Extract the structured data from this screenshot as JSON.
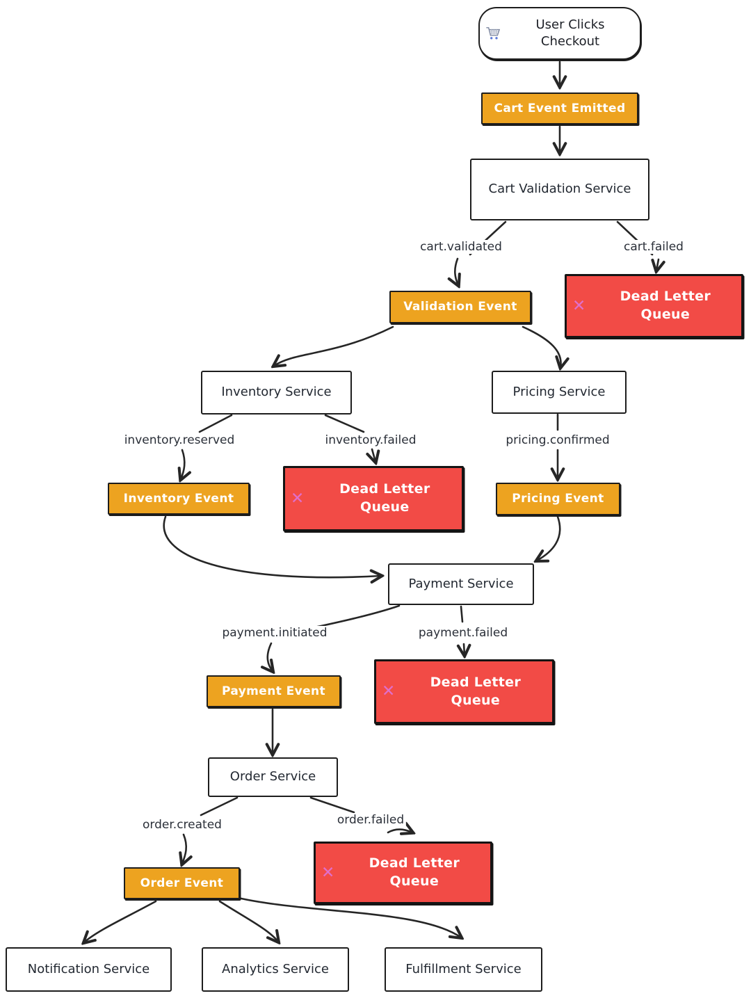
{
  "diagram": {
    "title_hint": "Event-driven checkout flow",
    "colors": {
      "event_fill": "#EDA320",
      "error_fill": "#F24B46",
      "service_fill": "#ffffff",
      "border": "#1d1d1d",
      "edge_stroke": "#262626",
      "text_dark": "#222831",
      "text_light": "#ffffff",
      "x_icon_color": "#E06FCB"
    },
    "icons": {
      "cart": "shopping-cart-icon",
      "x_glyph": "✕"
    },
    "nodes": {
      "start": {
        "label": "User Clicks Checkout"
      },
      "cart_event": {
        "label": "Cart Event Emitted"
      },
      "cart_validation_service": {
        "label": "Cart Validation Service"
      },
      "validation_event": {
        "label": "Validation Event"
      },
      "dlq_cart": {
        "label": "Dead Letter Queue"
      },
      "inventory_service": {
        "label": "Inventory Service"
      },
      "pricing_service": {
        "label": "Pricing Service"
      },
      "inventory_event": {
        "label": "Inventory Event"
      },
      "dlq_inventory": {
        "label": "Dead Letter Queue"
      },
      "pricing_event": {
        "label": "Pricing Event"
      },
      "payment_service": {
        "label": "Payment Service"
      },
      "payment_event": {
        "label": "Payment Event"
      },
      "dlq_payment": {
        "label": "Dead Letter Queue"
      },
      "order_service": {
        "label": "Order Service"
      },
      "order_event": {
        "label": "Order Event"
      },
      "dlq_order": {
        "label": "Dead Letter Queue"
      },
      "notification_service": {
        "label": "Notification Service"
      },
      "analytics_service": {
        "label": "Analytics Service"
      },
      "fulfillment_service": {
        "label": "Fulfillment Service"
      }
    },
    "edge_labels": {
      "cart_validated": "cart.validated",
      "cart_failed": "cart.failed",
      "inventory_reserved": "inventory.reserved",
      "inventory_failed": "inventory.failed",
      "pricing_confirmed": "pricing.confirmed",
      "payment_initiated": "payment.initiated",
      "payment_failed": "payment.failed",
      "order_created": "order.created",
      "order_failed": "order.failed"
    }
  }
}
